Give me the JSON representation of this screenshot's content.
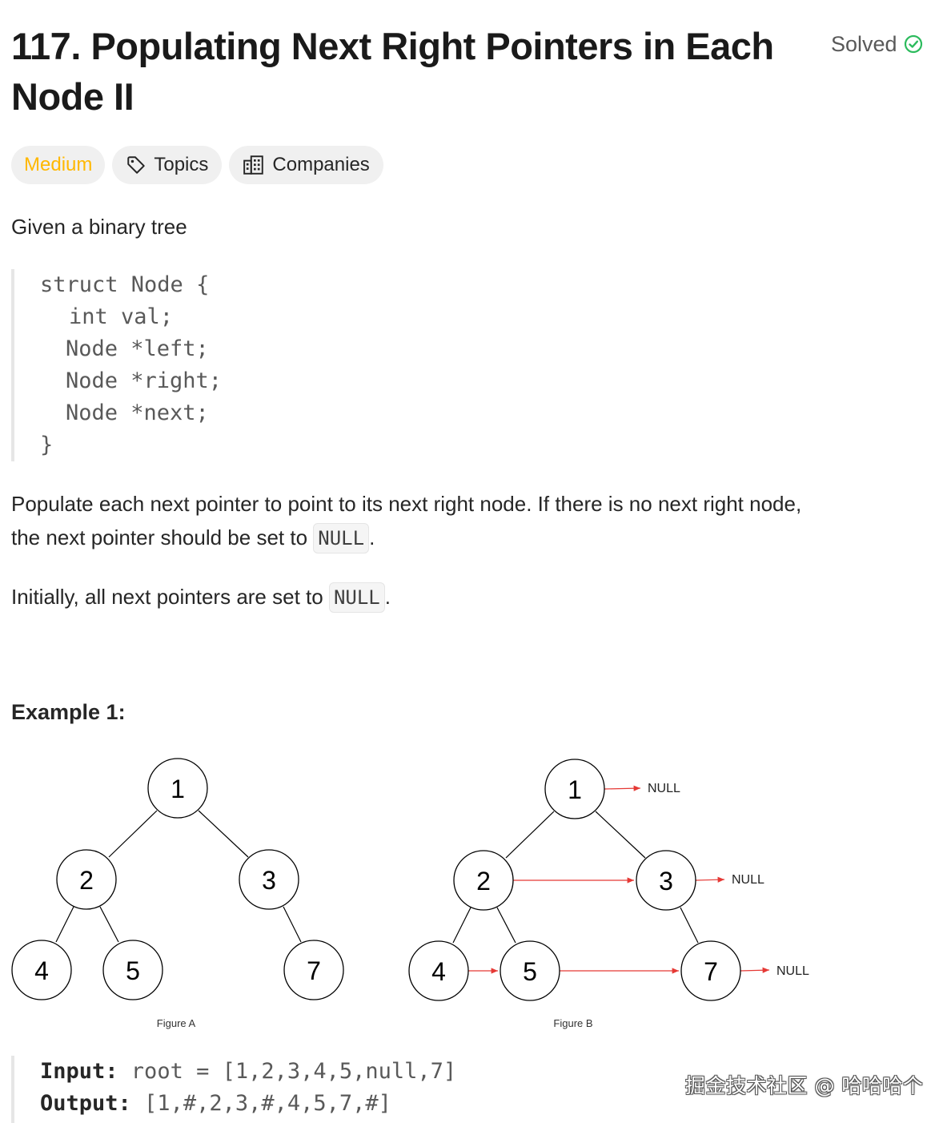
{
  "header": {
    "title": "117. Populating Next Right Pointers in Each Node II",
    "status_label": "Solved",
    "status_color": "#2cbb5d"
  },
  "tags": {
    "difficulty": "Medium",
    "difficulty_color": "#ffb800",
    "topics": "Topics",
    "companies": "Companies"
  },
  "description": {
    "intro": "Given a binary tree",
    "code": {
      "line1": "struct Node {",
      "line2": "int val;",
      "line3": "Node *left;",
      "line4": "Node *right;",
      "line5": "Node *next;",
      "line6": "}"
    },
    "para1_part1": "Populate each next pointer to point to its next right node. If there is no next right node,",
    "para1_part2": "the next pointer should be set to ",
    "null_code": "NULL",
    "period": ".",
    "para2": "Initially, all next pointers are set to "
  },
  "example": {
    "title": "Example 1:",
    "figure_a": {
      "caption": "Figure A",
      "nodes": [
        "1",
        "2",
        "3",
        "4",
        "5",
        "7"
      ]
    },
    "figure_b": {
      "caption": "Figure B",
      "nodes": [
        "1",
        "2",
        "3",
        "4",
        "5",
        "7"
      ],
      "null_labels": [
        "NULL",
        "NULL",
        "NULL"
      ]
    },
    "input_label": "Input:",
    "input_value": " root = [1,2,3,4,5,null,7]",
    "output_label": "Output:",
    "output_value": " [1,#,2,3,#,4,5,7,#]"
  },
  "watermark": "掘金技术社区 @ 哈哈哈个"
}
